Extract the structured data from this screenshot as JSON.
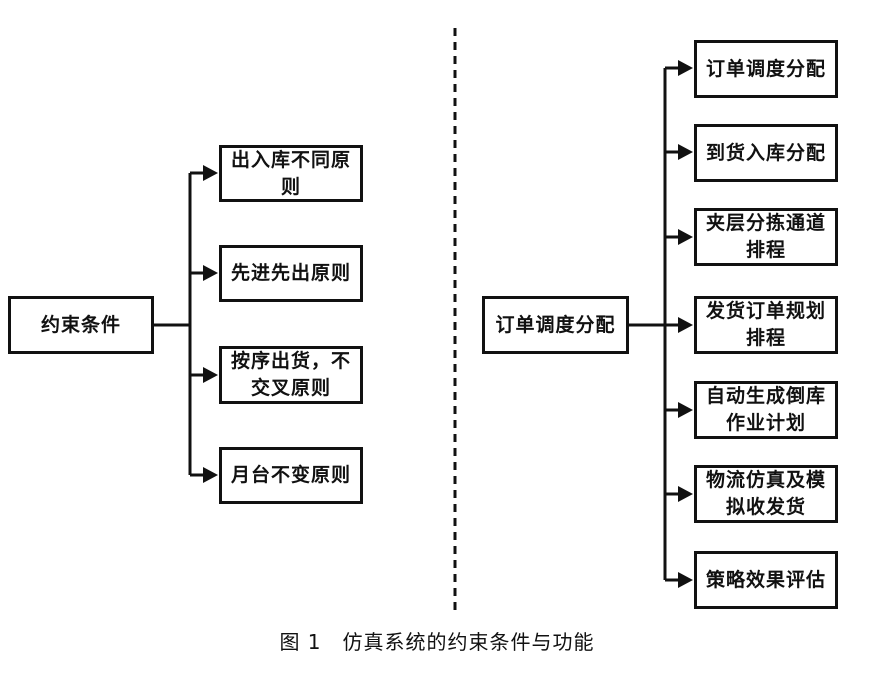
{
  "left_root": "约束条件",
  "left_items": [
    "出入库不同原则",
    "先进先出原则",
    "按序出货，不交叉原则",
    "月台不变原则"
  ],
  "right_root": "订单调度分配",
  "right_items": [
    "订单调度分配",
    "到货入库分配",
    "夹层分拣通道排程",
    "发货订单规划排程",
    "自动生成倒库作业计划",
    "物流仿真及模拟收发货",
    "策略效果评估"
  ],
  "caption": "图 1　仿真系统的约束条件与功能"
}
